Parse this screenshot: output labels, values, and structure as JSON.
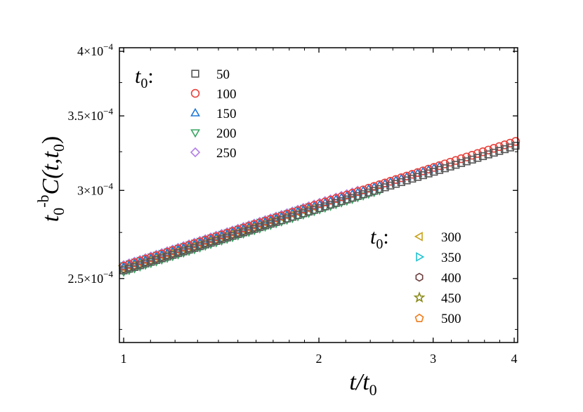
{
  "chart_data": {
    "type": "scatter",
    "x_scale": "log",
    "y_scale": "log",
    "xlabel": "t/t",
    "xlabel_sub": "0",
    "ylabel_parts": {
      "base": "t",
      "sub": "0",
      "sup": "-b",
      "func": "C(t,t",
      "func_sub": "0",
      "close": ")"
    },
    "xlim": [
      0.985,
      4.05
    ],
    "ylim": [
      0.000219,
      0.000403
    ],
    "x_ticks": [
      {
        "value": 1,
        "label": "1"
      },
      {
        "value": 2,
        "label": "2"
      },
      {
        "value": 3,
        "label": "3"
      },
      {
        "value": 4,
        "label": "4"
      }
    ],
    "y_ticks": [
      {
        "value": 0.00025,
        "mantissa": "2.5",
        "base": "×10",
        "exp": "−4"
      },
      {
        "value": 0.0003,
        "mantissa": "3",
        "base": "×10",
        "exp": "−4"
      },
      {
        "value": 0.00035,
        "mantissa": "3.5",
        "base": "×10",
        "exp": "−4"
      },
      {
        "value": 0.0004,
        "mantissa": "4",
        "base": "×10",
        "exp": "−4"
      }
    ],
    "legend_title_base": "t",
    "legend_title_sub": "0",
    "legend_title_colon": ":",
    "legend_groups": [
      {
        "position": "top-left",
        "series": [
          0,
          1,
          2,
          3,
          4
        ]
      },
      {
        "position": "bottom-right",
        "series": [
          5,
          6,
          7,
          8,
          9
        ]
      }
    ],
    "curve": {
      "y_at_1": 0.0002555,
      "slope": 0.1854,
      "x_start": 1.0,
      "x_end": 4.02,
      "n_points": 73
    },
    "series": [
      {
        "name": "50",
        "marker": "square",
        "color": "#555555",
        "x_range": [
          1.0,
          4.02
        ],
        "offset": -0.005
      },
      {
        "name": "100",
        "marker": "circle",
        "color": "#e8413b",
        "x_range": [
          1.0,
          4.02
        ],
        "offset": 0.004
      },
      {
        "name": "150",
        "marker": "triangle-up",
        "color": "#1f77d6",
        "x_range": [
          1.0,
          3.1
        ],
        "offset": 0.002
      },
      {
        "name": "200",
        "marker": "triangle-down",
        "color": "#3aa564",
        "x_range": [
          1.0,
          2.5
        ],
        "offset": -0.008
      },
      {
        "name": "250",
        "marker": "diamond",
        "color": "#b27fe6",
        "x_range": [
          1.0,
          2.3
        ],
        "offset": 0.006
      },
      {
        "name": "300",
        "marker": "triangle-left",
        "color": "#c9a21a",
        "x_range": [
          1.0,
          2.0
        ],
        "offset": 0.0
      },
      {
        "name": "350",
        "marker": "triangle-right",
        "color": "#22c3d1",
        "x_range": [
          1.0,
          1.95
        ],
        "offset": 0.003
      },
      {
        "name": "400",
        "marker": "hexagon",
        "color": "#6b3c3c",
        "x_range": [
          1.0,
          1.75
        ],
        "offset": -0.002
      },
      {
        "name": "450",
        "marker": "star",
        "color": "#8a8a1a",
        "x_range": [
          1.0,
          1.7
        ],
        "offset": 0.001
      },
      {
        "name": "500",
        "marker": "pentagon",
        "color": "#f07c1c",
        "x_range": [
          1.0,
          1.6
        ],
        "offset": -0.001
      }
    ]
  }
}
